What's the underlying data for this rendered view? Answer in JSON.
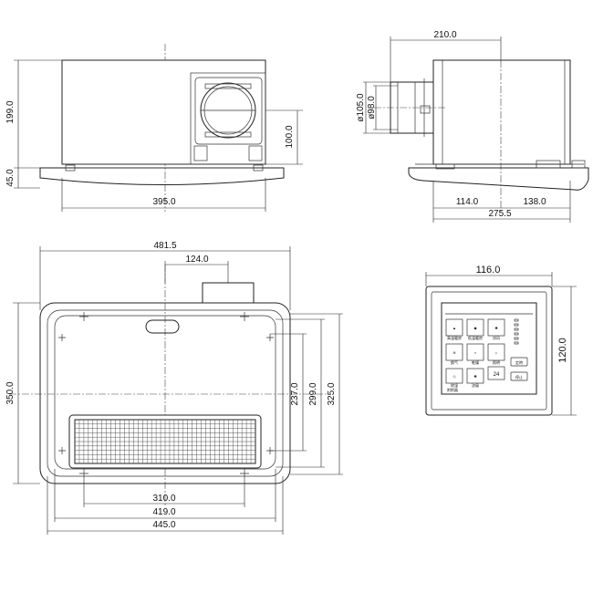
{
  "dimensions": {
    "front_height_body": "199.0",
    "front_height_frame": "45.0",
    "front_duct_height": "100.0",
    "front_width": "395.0",
    "side_top_width": "210.0",
    "side_duct_outer": "ø105.0",
    "side_duct_inner": "ø98.0",
    "side_left_offset": "114.0",
    "side_right_offset": "138.0",
    "side_total_width": "275.5",
    "bottom_total_width": "481.5",
    "bottom_duct_offset": "124.0",
    "bottom_height": "350.0",
    "bottom_h_237": "237.0",
    "bottom_h_299": "299.0",
    "bottom_h_325": "325.0",
    "bottom_w_310": "310.0",
    "bottom_w_419": "419.0",
    "bottom_w_445": "445.0",
    "panel_width": "116.0",
    "panel_height": "120.0"
  },
  "panel": {
    "buttons": [
      {
        "label": "高温暖房",
        "icon": "heat-high-icon"
      },
      {
        "label": "低温暖房",
        "icon": "heat-low-icon"
      },
      {
        "label": "凉风",
        "icon": "cool-air-icon"
      },
      {
        "label": "换气",
        "icon": "ventilation-icon"
      },
      {
        "label": "乾燥",
        "icon": "dry-icon"
      },
      {
        "label": "照明",
        "icon": "light-icon"
      },
      {
        "label": "除湿",
        "icon": "dehumidify-icon"
      },
      {
        "label": "涼風",
        "icon": "breeze-icon"
      }
    ],
    "timer_value": "24",
    "timer_label": "定時",
    "stop_label": "停止",
    "brand": "附附器"
  }
}
